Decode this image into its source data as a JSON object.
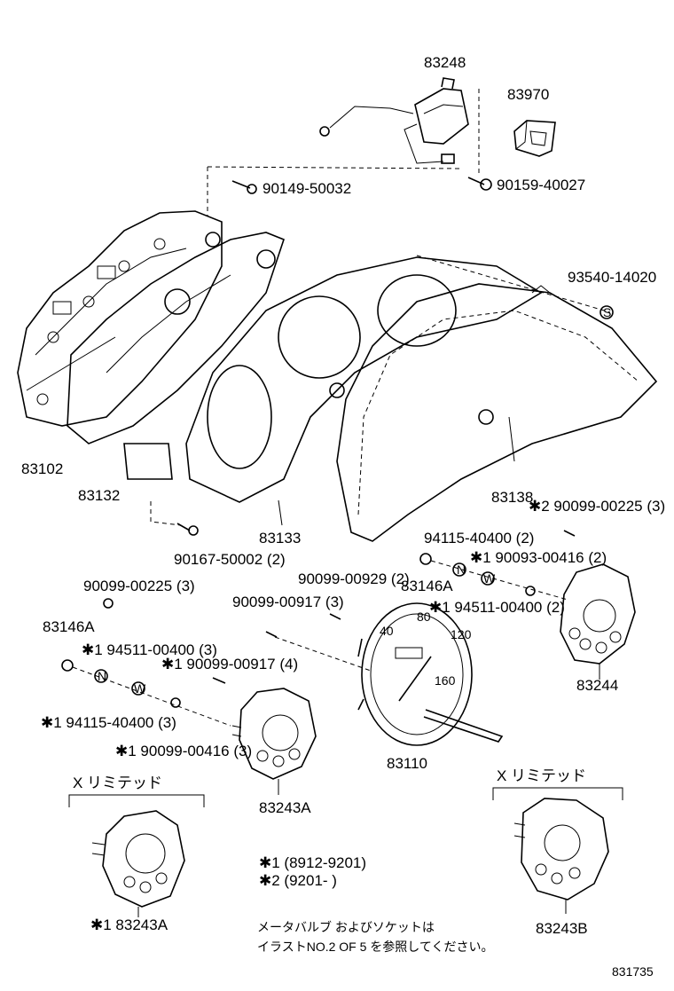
{
  "labels": {
    "p83248": "83248",
    "p83970": "83970",
    "p90149": "90149-50032",
    "p90159": "90159-40027",
    "p93540": "93540-14020",
    "p83102": "83102",
    "p83132": "83132",
    "p83133": "83133",
    "p83138": "83138",
    "p90099_00225_2": "✱2 90099-00225 (3)",
    "p90167": "90167-50002 (2)",
    "p94115_2": "94115-40400 (2)",
    "p90093": "✱1 90093-00416 (2)",
    "p90099_00929": "90099-00929 (2)",
    "p83146A_r": "83146A",
    "p94511_r": "✱1 94511-00400 (2)",
    "p90099_00225_3": "90099-00225 (3)",
    "p90099_00917_3": "90099-00917 (3)",
    "p83146A_l": "83146A",
    "p94511_l": "✱1 94511-00400 (3)",
    "p90099_00917_4": "✱1 90099-00917 (4)",
    "p94115_3": "✱1 94115-40400 (3)",
    "p90099_00416_3": "✱1 90099-00416 (3)",
    "p83244": "83244",
    "p83110": "83110",
    "p83243A": "83243A",
    "p83243A_x": "✱1 83243A",
    "p83243B": "83243B",
    "x_limited_l": "X リミテッド",
    "x_limited_r": "X リミテッド",
    "legend1": "✱1 (8912-9201)",
    "legend2": "✱2 (9201-      )",
    "note1": "メータバルブ およびソケットは",
    "note2": "イラストNO.2 OF 5 を参照してください。",
    "code": "831735",
    "washer_n1": "N",
    "washer_w1": "W",
    "washer_n2": "N",
    "washer_w2": "W",
    "washer_s": "S"
  }
}
